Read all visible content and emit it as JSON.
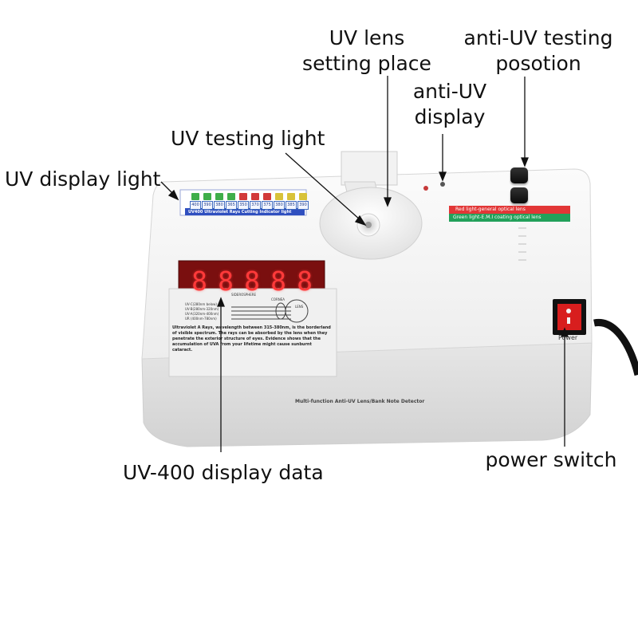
{
  "labels": {
    "uv_lens_setting_place": [
      "UV lens",
      "setting place"
    ],
    "anti_uv_testing_position": [
      "anti-UV testing",
      "posotion"
    ],
    "anti_uv_display": [
      "anti-UV",
      "display"
    ],
    "uv_testing_light": "UV testing light",
    "uv_display_light": "UV display light",
    "uv400_display_data": "UV-400 display data",
    "power_switch": "power switch"
  },
  "device": {
    "indicator_values": [
      "400",
      "390",
      "380",
      "365",
      "350",
      "370",
      "375",
      "380",
      "385",
      "390"
    ],
    "indicator_colors": [
      "#3fae4a",
      "#3fae4a",
      "#3fae4a",
      "#3fae4a",
      "#d23a3a",
      "#d23a3a",
      "#d23a3a",
      "#d8c23a",
      "#d8c23a",
      "#d8c23a"
    ],
    "indicator_title": "UV400 Ultraviolet Rays Cutting Indicator light",
    "display_digits": [
      "8",
      "8",
      "8",
      "8",
      "8"
    ],
    "red_strip_text": "Red light-general optical lens",
    "green_strip_text": "Green light-E.M.I coating optical lens",
    "eye_diagram_top_label": "SIDEROSPHERE",
    "eye_diagram_cornea_label": "CORNEA",
    "eye_diagram_lens_label": "LENS",
    "spectrum_legend": [
      "UV-C(280nm below)",
      "UV-B(280nm-320nm)",
      "UV-A(320nm-400nm)",
      "UR (400nm-780nm)"
    ],
    "description_text": "Ultraviolet A Rays, wavelength between 315-380nm, is the borderland of visible spectrum. The rays can be absorbed by the lens when they penetrate the exterior structure of eyes. Evidence shows that the accumulation of UVA from your lifetime might cause sunburnt cataract.",
    "power_label": "Power",
    "front_label": "Multi-function Anti-UV Lens/Bank Note Detector"
  },
  "colors": {
    "body_white": "#f4f4f4",
    "display_red": "#ff3a3a",
    "red_strip": "#e23636",
    "green_strip": "#22a05a",
    "power_switch_red": "#d81e1e"
  }
}
